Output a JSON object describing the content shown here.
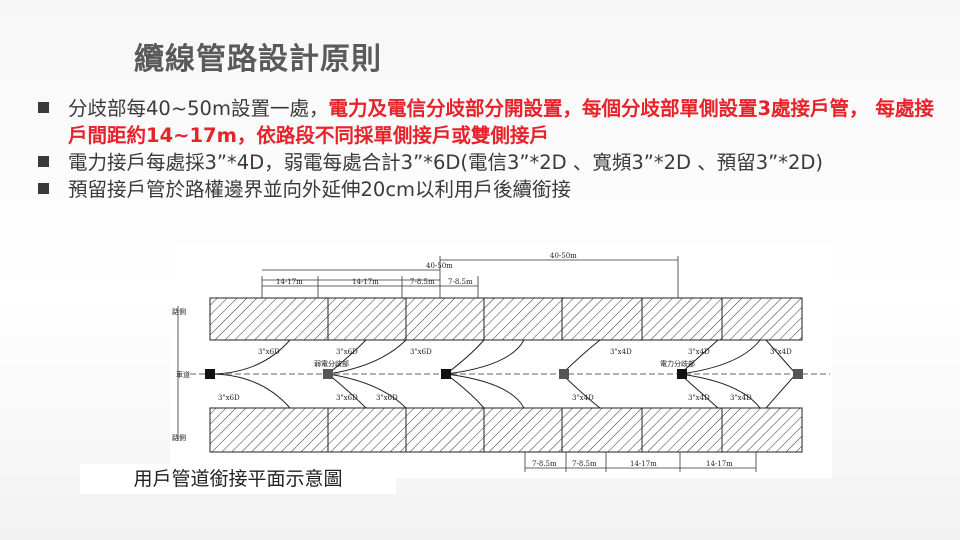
{
  "title": "纜線管路設計原則",
  "bullets": [
    {
      "normal": "分歧部每40~50m設置一處，",
      "red": "電力及電信分歧部分開設置，每個分歧部單側設置3處接戶管， 每處接戶間距約14~17m，依路段不同採單側接戶或雙側接戶"
    },
    {
      "normal": "電力接戶每處採3”*4D，弱電每處合計3”*6D(電信3”*2D 、寬頻3”*2D 、預留3”*2D)",
      "red": ""
    },
    {
      "normal": "預留接戶管於路權邊界並向外延伸20cm以利用戶後續銜接",
      "red": ""
    }
  ],
  "caption": "用戶管道銜接平面示意圖",
  "diagram": {
    "dims_top_row1": [
      "40-50m",
      "40-50m"
    ],
    "dims_top_row2": [
      "14-17m",
      "14-17m",
      "7-8.5m",
      "7-8.5m"
    ],
    "dims_bottom": [
      "7-8.5m",
      "7-8.5m",
      "14-17m",
      "14-17m"
    ],
    "side_labels": [
      "路側",
      "車道",
      "路側"
    ],
    "branch_labels": [
      "弱電分歧部",
      "電力分歧部"
    ],
    "pipe_top": [
      "3\"x6D",
      "3\"x6D",
      "3\"x6D",
      "3\"x4D",
      "3\"x4D",
      "3\"x4D"
    ],
    "pipe_bottom": [
      "3\"x6D",
      "3\"x6D",
      "3\"x6D",
      "3\"x4D",
      "3\"x4D",
      "3\"x4D"
    ]
  }
}
